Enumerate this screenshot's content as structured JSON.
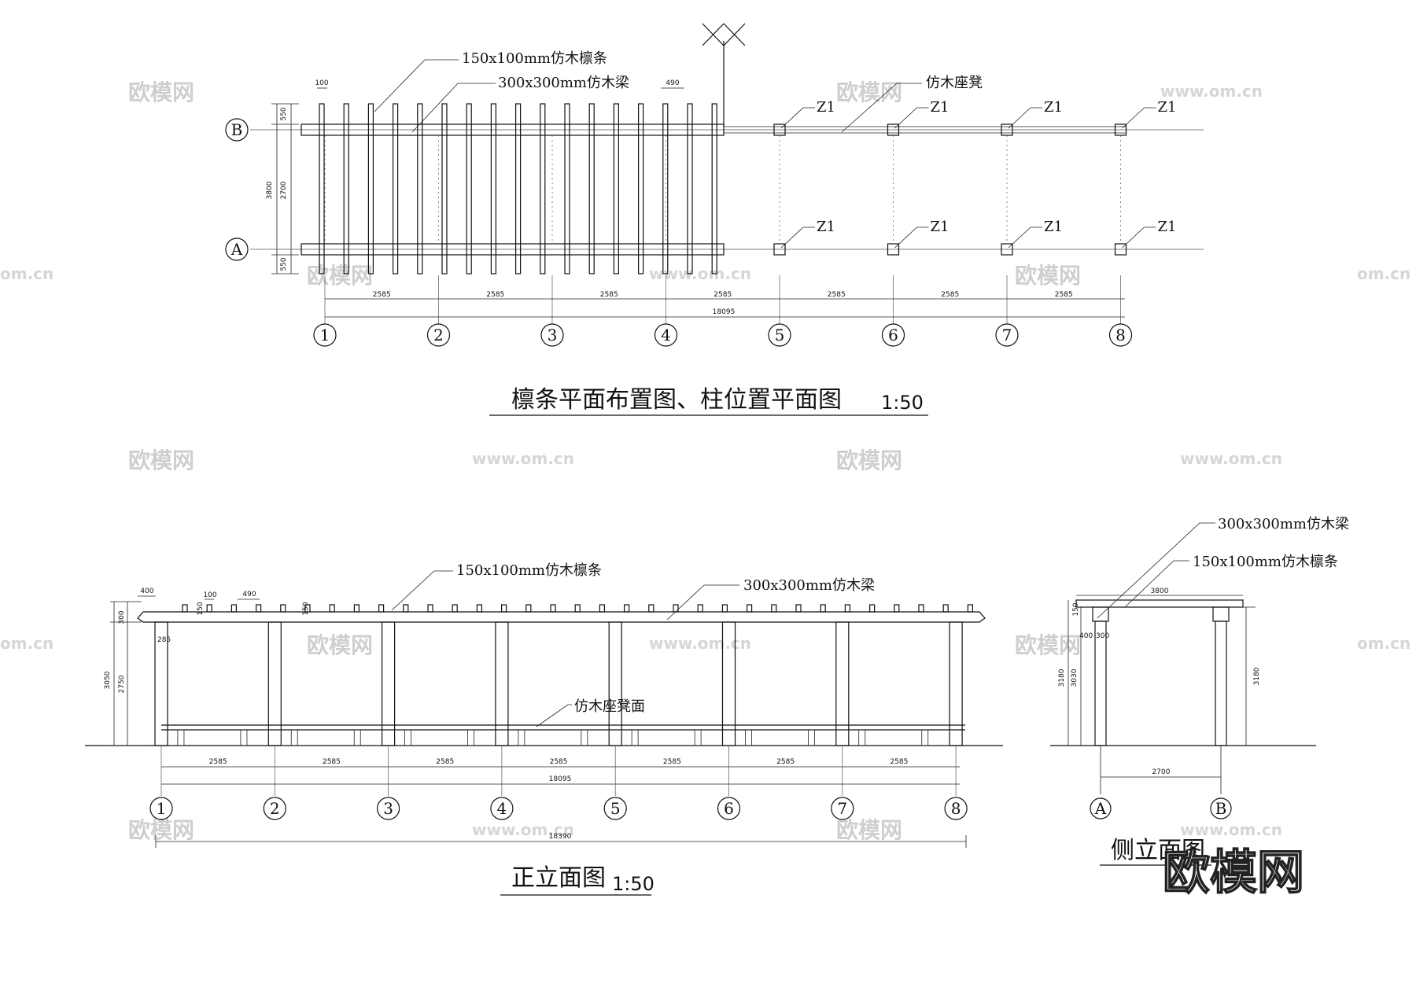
{
  "plan": {
    "title": "檩条平面布置图、柱位置平面图",
    "scale": "1:50",
    "labels": {
      "purlin": "150x100mm仿木檩条",
      "beam": "300x300mm仿木梁",
      "bench": "仿木座凳",
      "column": "Z1"
    },
    "dims": {
      "purlin_width": "100",
      "purlin_spacing": "490",
      "bay": "2585",
      "total": "18095",
      "depth_total": "3800",
      "depth_inner": "2700",
      "overhang": "550"
    },
    "grid_numbers": [
      "1",
      "2",
      "3",
      "4",
      "5",
      "6",
      "7",
      "8"
    ],
    "grid_letters": [
      "A",
      "B"
    ]
  },
  "front": {
    "title": "正立面图",
    "scale": "1:50",
    "labels": {
      "purlin": "150x100mm仿木檩条",
      "beam": "300x300mm仿木梁",
      "bench": "仿木座凳面"
    },
    "dims": {
      "end_overhang": "400",
      "purlin_width": "100",
      "purlin_spacing": "490",
      "purlin_height": "150",
      "beam_height": "300",
      "total_height": "3050",
      "column_height": "2750",
      "column_offset": "285",
      "bay": "2585",
      "total": "18095",
      "overall": "18390"
    },
    "grid_numbers": [
      "1",
      "2",
      "3",
      "4",
      "5",
      "6",
      "7",
      "8"
    ]
  },
  "side": {
    "title": "侧立面图",
    "labels": {
      "beam": "300x300mm仿木梁",
      "purlin": "150x100mm仿木檩条"
    },
    "dims": {
      "top_width": "3800",
      "purlin_h": "150",
      "w400": "400",
      "w300": "300",
      "h_total": "3180",
      "h_col": "3030",
      "h_right": "3180",
      "span": "2700"
    },
    "grid_letters": [
      "A",
      "B"
    ]
  },
  "watermarks": {
    "brand": "欧模网",
    "url": "www.om.cn",
    "url_partial": "om.cn"
  }
}
